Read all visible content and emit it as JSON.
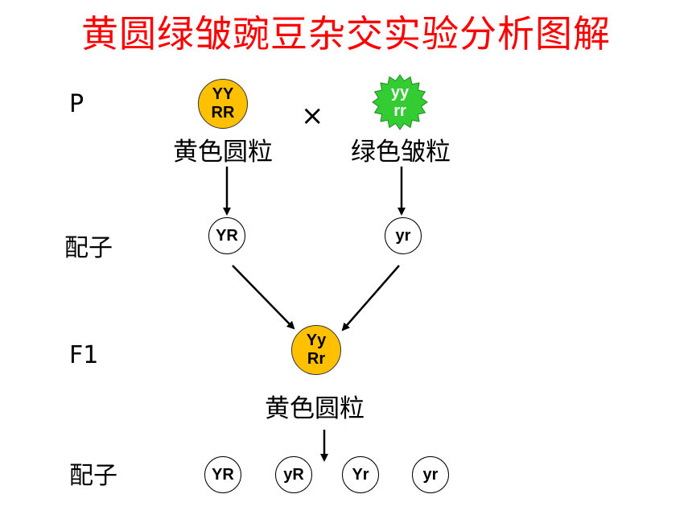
{
  "title": "黄圆绿皱豌豆杂交实验分析图解",
  "rows": {
    "p": "P",
    "gametes1": "配子",
    "f1": "F1",
    "gametes2": "配子"
  },
  "parents": {
    "left": {
      "top": "YY",
      "bottom": "RR",
      "phenotype": "黄色圆粒",
      "color": "#ffc000"
    },
    "right": {
      "top": "yy",
      "bottom": "rr",
      "phenotype": "绿色皱粒",
      "color": "#33cc33"
    },
    "cross_symbol": "×"
  },
  "gametes_p": [
    "YR",
    "yr"
  ],
  "f1": {
    "top": "Yy",
    "bottom": "Rr",
    "phenotype": "黄色圆粒",
    "color": "#ffc000"
  },
  "gametes_f1": [
    "YR",
    "yR",
    "Yr",
    "yr"
  ]
}
